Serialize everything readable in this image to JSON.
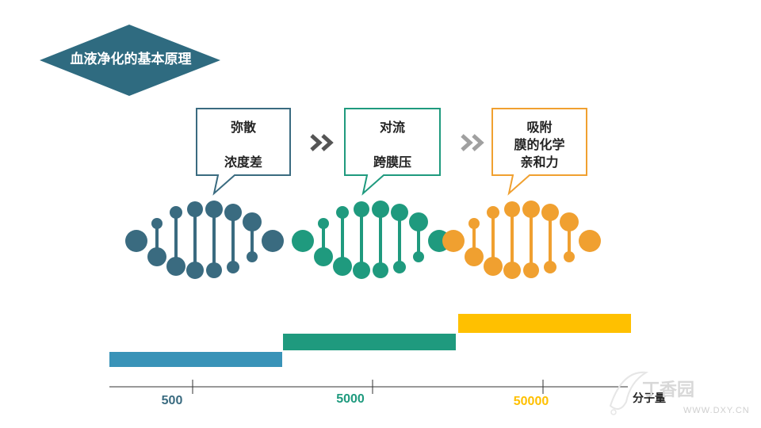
{
  "title": "血液净化的基本原理",
  "colors": {
    "teal": "#3a6b80",
    "green": "#1f9a7e",
    "orange": "#f0a030",
    "bar_blue": "#3993b8",
    "bar_green": "#1f9a7e",
    "bar_yellow": "#ffc000",
    "title_bg": "#2f6b80"
  },
  "mechanisms": [
    {
      "lines": [
        "弥散",
        "",
        "浓度差"
      ],
      "color": "#3a6b80"
    },
    {
      "lines": [
        "对流",
        "",
        "跨膜压"
      ],
      "color": "#1f9a7e"
    },
    {
      "lines": [
        "吸附",
        "膜的化学",
        "亲和力"
      ],
      "color": "#f0a030"
    }
  ],
  "arrow_icon": "double-chevron-right-icon",
  "axis": {
    "ticks": [
      {
        "label": "500",
        "color": "#3a6b80"
      },
      {
        "label": "5000",
        "color": "#1f9a7e"
      },
      {
        "label": "50000",
        "color": "#ffc000"
      }
    ],
    "unit": "分子量"
  },
  "watermark": {
    "brand": "丁香园",
    "url": "WWW.DXY.CN"
  }
}
